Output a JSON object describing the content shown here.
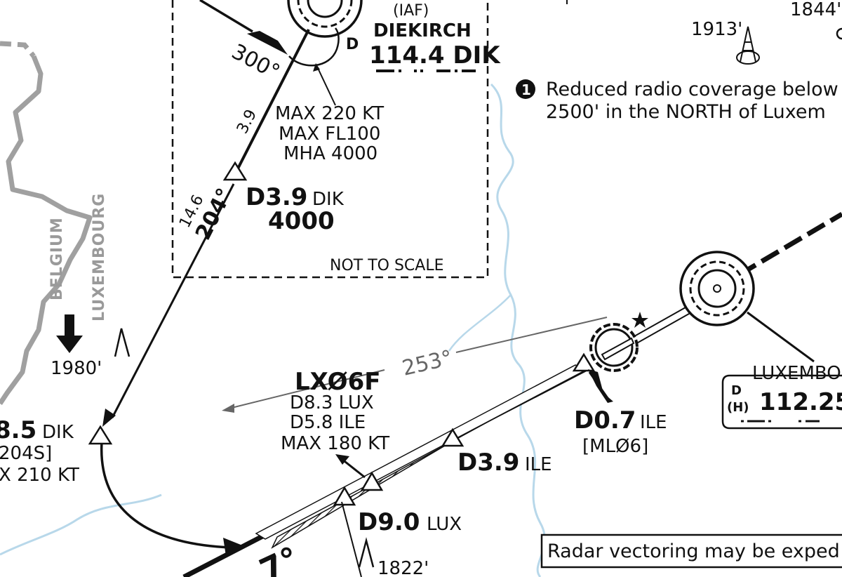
{
  "labels": {
    "diekirch_role": "(IAF)",
    "diekirch_name": "DIEKIRCH",
    "diekirch_d": "D",
    "diekirch_freq_ident": "114.4 DIK",
    "hold_inbound_course": "300°",
    "leg_dist_1": "3.9",
    "hold_max_speed": "MAX 220 KT",
    "hold_max_fl": "MAX FL100",
    "hold_mha": "MHA 4000",
    "leg_dist_2": "14.6",
    "leg_course": "204°",
    "fix_d39dik_main": "D3.9",
    "fix_d39dik_ref": "DIK",
    "fix_d39dik_alt": "4000",
    "not_to_scale": "NOT TO SCALE",
    "elev_1844": "1844'",
    "elev_1913": "1913'",
    "note_number": "1",
    "note_line1": "Reduced radio coverage below",
    "note_line2": "2500' in the NORTH of Luxem",
    "country_belgium": "BELGIUM",
    "country_luxembourg": "LUXEMBOURG",
    "elev_1980": "1980'",
    "fix_left_main": "8.5",
    "fix_left_ref": "DIK",
    "fix_left_code": "204S]",
    "fix_left_speed": "X 210 KT",
    "radial_253": "253°",
    "fix_lx06f_name": "LXØ6F",
    "fix_lx06f_d1": "D8.3 LUX",
    "fix_lx06f_d2": "D5.8 ILE",
    "fix_lx06f_speed": "MAX 180 KT",
    "fix_d07_main": "D0.7",
    "fix_d07_ref": "ILE",
    "fix_d07_code": "[MLØ6]",
    "fix_d39ile_main": "D3.9",
    "fix_d39ile_ref": "ILE",
    "fix_d90_main": "D9.0",
    "fix_d90_ref": "LUX",
    "elev_1822": "1822'",
    "final_course_partial": "7°",
    "lux_name": "LUXEMBOU",
    "lux_d": "D",
    "lux_h": "(H)",
    "lux_freq": "112.25",
    "radar_note": "Radar vectoring may be exped"
  },
  "colors": {
    "ink": "#111111",
    "border": "#a0a0a0",
    "river": "#b8d8ea",
    "guide": "#666666"
  }
}
